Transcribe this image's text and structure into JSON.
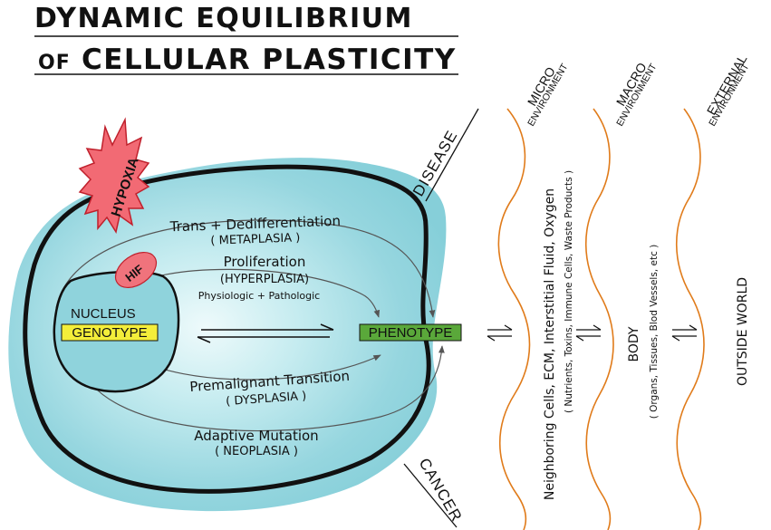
{
  "title": {
    "line1": "DYNAMIC EQUILIBRIUM",
    "line2_prefix": "OF",
    "line2_main": "CELLULAR PLASTICITY"
  },
  "cell": {
    "hypoxia_label": "HYPOXIA",
    "hif_label": "HIF",
    "nucleus_label": "NUCLEUS",
    "genotype_label": "GENOTYPE",
    "phenotype_label": "PHENOTYPE"
  },
  "pathways": [
    {
      "name": "Trans + Dedifferentiation",
      "subtitle": "( METAPLASIA )"
    },
    {
      "name": "Proliferation",
      "subtitle": "(HYPERPLASIA)",
      "note": "Physiologic + Pathologic"
    },
    {
      "name": "Premalignant Transition",
      "subtitle": "( DYSPLASIA )"
    },
    {
      "name": "Adaptive Mutation",
      "subtitle": "( NEOPLASIA )"
    }
  ],
  "outcomes": {
    "disease": "DISEASE",
    "cancer": "CANCER"
  },
  "environments": [
    {
      "name_main": "MICRO",
      "name_sub": "ENVIRONMENT",
      "content_main": "Neighboring Cells, ECM, Interstitial Fluid, Oxygen",
      "content_sub": "( Nutrients, Toxins, Immune Cells, Waste Products )"
    },
    {
      "name_main": "MACRO",
      "name_sub": "ENVIRONMENT",
      "content_main": "BODY",
      "content_sub": "( Organs, Tissues, Blod Vessels, etc )"
    },
    {
      "name_main": "EXTERNAL",
      "name_sub": "ENVIRONMENT",
      "content_main": "OUTSIDE WORLD"
    }
  ],
  "colors": {
    "cell_fill": "#8fd3dc",
    "cell_center": "#e9f8fa",
    "membrane": "#111111",
    "hypoxia_fill": "#f26a74",
    "hif_fill": "#f0737c",
    "genotype_fill": "#f4ee3a",
    "phenotype_fill": "#5aa83a",
    "env_line": "#e07b1a"
  }
}
